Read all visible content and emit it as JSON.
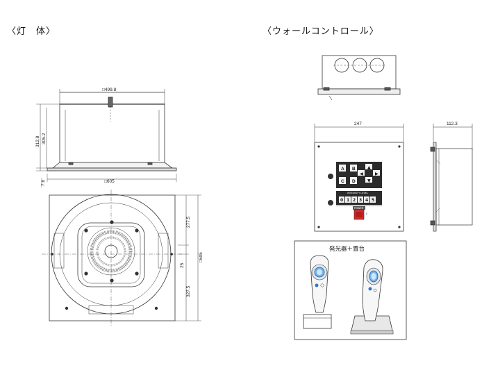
{
  "sections": {
    "lamp_title": "〈灯　体〉",
    "wall_title": "〈ウォールコントロール〉"
  },
  "lamp": {
    "top_width": "□499.8",
    "side_h1": "312.8",
    "side_h2": "305.2",
    "base_h": "7.6",
    "base_width": "□605",
    "plan_top": "277.5",
    "plan_mid": "25",
    "plan_bottom": "327.5",
    "plan_total": "□605"
  },
  "wall": {
    "front_width": "247",
    "side_depth": "112.3",
    "keys_letters": [
      "A",
      "B",
      "C",
      "D"
    ],
    "keys_numbers": [
      "0",
      "1",
      "2",
      "3",
      "4",
      "5"
    ],
    "intensity_label": "INTENSITY LEVEL",
    "power_label": "POWER"
  },
  "transmitter": {
    "title": "発光器＋置台"
  }
}
